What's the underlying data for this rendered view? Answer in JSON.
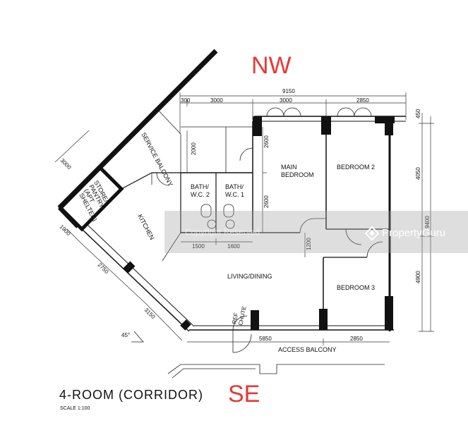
{
  "compass": {
    "north": "NW",
    "south": "SE"
  },
  "title": "4-ROOM (CORRIDOR)",
  "scale": "SCALE 1:100",
  "angle": "45°",
  "rooms": {
    "service_balcony": "SERVICE BALCONY",
    "store_l1": "STORE/",
    "store_l2": "PANTRY",
    "store_l3": "(APT",
    "store_l4": "SHELTER)",
    "kitchen": "KITCHEN",
    "bath2_l1": "BATH/",
    "bath2_l2": "W.C. 2",
    "bath1_l1": "BATH/",
    "bath1_l2": "W.C. 1",
    "main_l1": "MAIN",
    "main_l2": "BEDROOM",
    "bedroom2": "BEDROOM 2",
    "bedroom3": "BEDROOM 3",
    "living": "LIVING/DINING",
    "access": "ACCESS BALCONY",
    "refuse_l1": "REF",
    "refuse_l2": "CHUTE"
  },
  "dims": {
    "top_total": "9150",
    "top_300": "300",
    "top_3000a": "3000",
    "top_3000b": "3000",
    "top_2850": "2850",
    "r_450": "450",
    "r_4050": "4050",
    "r_9400": "9400",
    "r_4900": "4900",
    "v_2000": "2000",
    "v_2600a": "2600",
    "v_2600b": "2600",
    "v_1200": "1200",
    "h_1500": "1500",
    "h_1600": "1600",
    "bot_5850": "5850",
    "bot_2850": "2850",
    "l_3000": "3000",
    "l_1900": "1900",
    "l_2750": "2750",
    "l_3150": "3150"
  },
  "watermark": {
    "brand": "PropertyGuru",
    "faint": "Copyright Reserved"
  },
  "colors": {
    "compass": "#e53935",
    "wall": "#111111",
    "watermark_band": "#a0a0a0"
  }
}
